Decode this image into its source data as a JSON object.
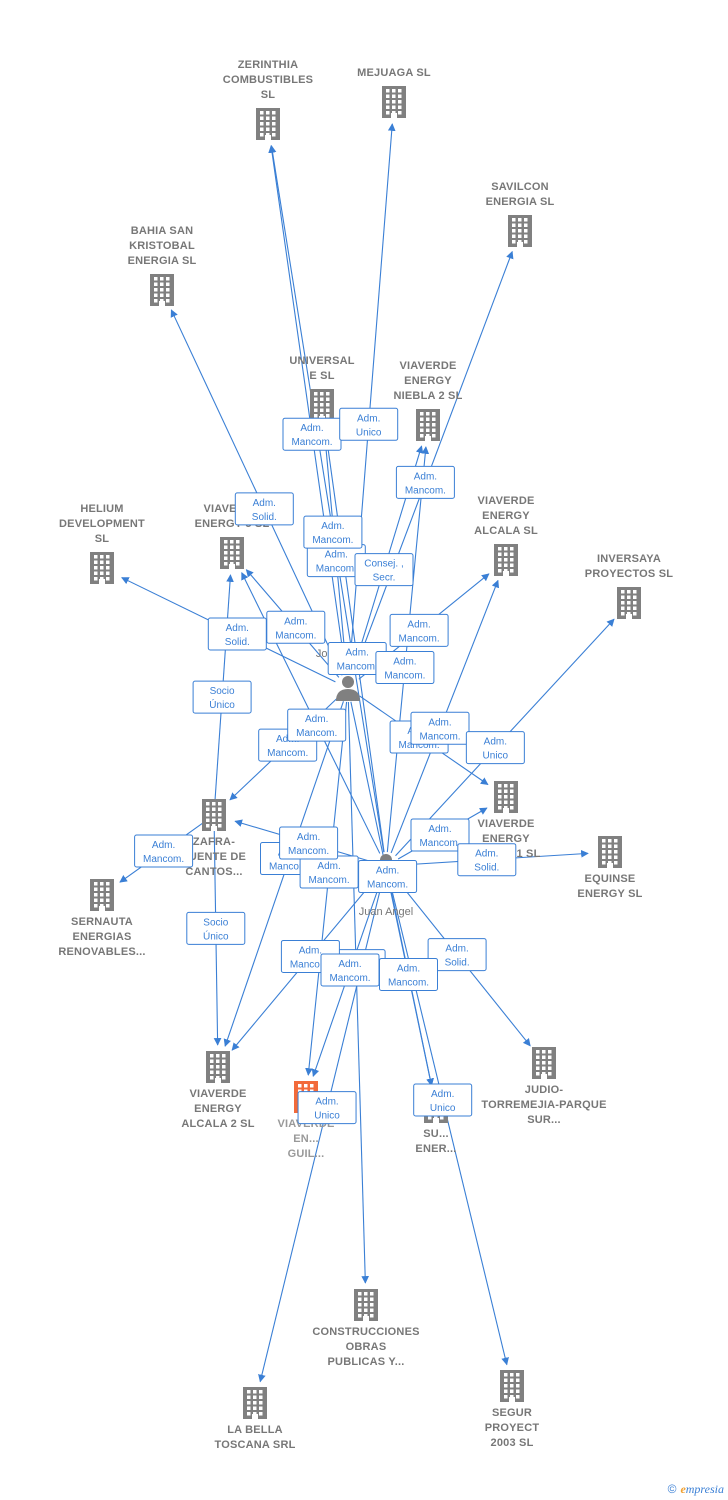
{
  "colors": {
    "edge": "#3a7fd5",
    "building": "#808080",
    "main_building": "#f26a3a",
    "label": "#777777",
    "box_border": "#3a7fd5"
  },
  "persons": [
    {
      "id": "p1",
      "label": "Jose Javier..."
    },
    {
      "id": "p2",
      "label": "Juan Angel"
    }
  ],
  "companies": [
    {
      "id": "zerinthia",
      "lines": [
        "ZERINTHIA",
        "COMBUSTIBLES",
        "SL"
      ]
    },
    {
      "id": "mejuaga",
      "lines": [
        "MEJUAGA  SL"
      ]
    },
    {
      "id": "savilcon",
      "lines": [
        "SAVILCON",
        "ENERGIA  SL"
      ]
    },
    {
      "id": "bahia",
      "lines": [
        "BAHIA SAN",
        "KRISTOBAL",
        "ENERGIA  SL"
      ]
    },
    {
      "id": "universal",
      "lines": [
        "UNIVERSAL",
        "E  SL"
      ]
    },
    {
      "id": "niebla2",
      "lines": [
        "VIAVERDE",
        "ENERGY",
        "NIEBLA 2  SL"
      ]
    },
    {
      "id": "helium",
      "lines": [
        "HELIUM",
        "DEVELOPMENT",
        "SL"
      ]
    },
    {
      "id": "viaverde5",
      "lines": [
        "VIAVERDE",
        "ENERGY 5  SL"
      ]
    },
    {
      "id": "alcala",
      "lines": [
        "VIAVERDE",
        "ENERGY",
        "ALCALA  SL"
      ]
    },
    {
      "id": "inversaya",
      "lines": [
        "INVERSAYA",
        "PROYECTOS SL"
      ]
    },
    {
      "id": "niebla1",
      "lines": [
        "VIAVERDE",
        "ENERGY",
        "NIEBLA 1  SL"
      ]
    },
    {
      "id": "equinse",
      "lines": [
        "EQUINSE",
        "ENERGY  SL"
      ]
    },
    {
      "id": "zafra",
      "lines": [
        "ZAFRA-",
        "FUENTE DE",
        "CANTOS..."
      ]
    },
    {
      "id": "sernauta",
      "lines": [
        "SERNAUTA",
        "ENERGIAS",
        "RENOVABLES..."
      ]
    },
    {
      "id": "judio",
      "lines": [
        "JUDIO-",
        "TORREMEJIA-PARQUE",
        "SUR..."
      ]
    },
    {
      "id": "alcala2",
      "lines": [
        "VIAVERDE",
        "ENERGY",
        "ALCALA 2  SL"
      ]
    },
    {
      "id": "guillena",
      "lines": [
        "VIAVERDE",
        "EN...",
        "GUIL..."
      ]
    },
    {
      "id": "sur",
      "lines": [
        "SU...",
        "ENER..."
      ]
    },
    {
      "id": "construcciones",
      "lines": [
        "CONSTRUCCIONES",
        "OBRAS",
        "PUBLICAS Y..."
      ]
    },
    {
      "id": "labella",
      "lines": [
        "LA BELLA",
        "TOSCANA SRL"
      ]
    },
    {
      "id": "segur",
      "lines": [
        "SEGUR",
        "PROYECT",
        "2003 SL"
      ]
    }
  ],
  "edges": [
    {
      "from": "p1",
      "to": "zerinthia",
      "role": [
        "Adm.",
        "Mancom."
      ]
    },
    {
      "from": "p1",
      "to": "mejuaga",
      "role": [
        "Adm.",
        "Unico"
      ]
    },
    {
      "from": "p1",
      "to": "savilcon",
      "role": [
        "Adm.",
        "Mancom."
      ]
    },
    {
      "from": "p1",
      "to": "bahia",
      "role": [
        "Adm.",
        "Solid."
      ]
    },
    {
      "from": "p1",
      "to": "universal",
      "role": [
        "Adm.",
        "Mancom."
      ]
    },
    {
      "from": "p1",
      "to": "niebla2",
      "role": [
        "Consej. ,",
        "Secr."
      ]
    },
    {
      "from": "p1",
      "to": "helium",
      "role": [
        "Adm.",
        "Solid."
      ]
    },
    {
      "from": "p1",
      "to": "viaverde5",
      "role": [
        "Adm.",
        "Mancom."
      ]
    },
    {
      "from": "p1",
      "to": "alcala",
      "role": [
        "Adm.",
        "Mancom."
      ]
    },
    {
      "from": "p1",
      "to": "niebla1",
      "role": [
        "Adm.",
        "Mancom."
      ]
    },
    {
      "from": "p1",
      "to": "zafra",
      "role": [
        "Adm.",
        "Mancom."
      ]
    },
    {
      "from": "p1",
      "to": "alcala2",
      "role": [
        "Adm.",
        "Mancom."
      ]
    },
    {
      "from": "p1",
      "to": "guillena",
      "role": [
        "Adm.",
        "Mancom."
      ]
    },
    {
      "from": "p1",
      "to": "construcciones",
      "role": [
        "Adm.",
        "Mancom."
      ]
    },
    {
      "from": "p1",
      "to": "sur",
      "role": [
        "Adm.",
        "Mancom."
      ]
    },
    {
      "from": "p2",
      "to": "zerinthia",
      "role": [
        "Adm.",
        "Mancom."
      ]
    },
    {
      "from": "p2",
      "to": "universal",
      "role": [
        "Adm.",
        "Mancom."
      ]
    },
    {
      "from": "p2",
      "to": "niebla2",
      "role": [
        "Adm.",
        "Mancom."
      ]
    },
    {
      "from": "p2",
      "to": "alcala",
      "role": [
        "Adm.",
        "Mancom."
      ]
    },
    {
      "from": "p2",
      "to": "inversaya",
      "role": [
        "Adm.",
        "Unico"
      ]
    },
    {
      "from": "p2",
      "to": "niebla1",
      "role": [
        "Adm.",
        "Mancom."
      ]
    },
    {
      "from": "p2",
      "to": "equinse",
      "role": [
        "Adm.",
        "Solid."
      ]
    },
    {
      "from": "p2",
      "to": "viaverde5",
      "role": [
        "Adm.",
        "Mancom."
      ]
    },
    {
      "from": "p2",
      "to": "zafra",
      "role": [
        "Adm.",
        "Mancom."
      ]
    },
    {
      "from": "p2",
      "to": "judio",
      "role": [
        "Adm.",
        "Solid."
      ]
    },
    {
      "from": "p2",
      "to": "alcala2",
      "role": [
        "Adm.",
        "Mancom."
      ]
    },
    {
      "from": "p2",
      "to": "guillena",
      "role": [
        "Adm.",
        "Mancom."
      ]
    },
    {
      "from": "p2",
      "to": "sur",
      "role": [
        "Adm.",
        "Mancom."
      ]
    },
    {
      "from": "p2",
      "to": "labella",
      "role": [
        "Adm.",
        "Unico"
      ]
    },
    {
      "from": "p2",
      "to": "segur",
      "role": [
        "Adm.",
        "Unico"
      ]
    },
    {
      "from": "zafra",
      "to": "viaverde5",
      "role": [
        "Socio",
        "Único"
      ]
    },
    {
      "from": "zafra",
      "to": "alcala2",
      "role": [
        "Socio",
        "Único"
      ]
    },
    {
      "from": "zafra",
      "to": "sernauta",
      "role": [
        "Adm.",
        "Mancom."
      ]
    }
  ],
  "footer": {
    "copyright": "©",
    "brand_initial": "e",
    "brand_rest": "mpresia"
  }
}
